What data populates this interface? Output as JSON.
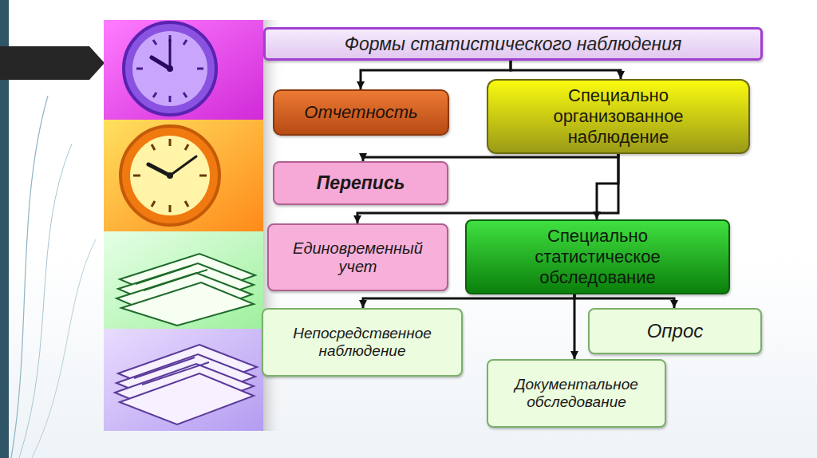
{
  "diagram": {
    "nodes": [
      {
        "text": [
          "Формы статистического наблюдения"
        ]
      },
      {
        "text": [
          "Отчетность"
        ]
      },
      {
        "text": [
          "Специально организованное наблюдение"
        ]
      },
      {
        "text": [
          "Перепись"
        ]
      },
      {
        "text": [
          "Единовременный учет"
        ]
      },
      {
        "text": [
          "Специально статистическое обследование"
        ]
      },
      {
        "text": [
          "Непосредственное наблюдение"
        ]
      },
      {
        "text": [
          "Опрос"
        ]
      },
      {
        "text": [
          "Документальное обследование"
        ]
      }
    ],
    "edges": [
      {
        "from": 0,
        "to": 1,
        "arrow": "to"
      },
      {
        "from": 0,
        "to": 2,
        "arrow": "to"
      },
      {
        "from": 2,
        "to": 3,
        "arrow": "to"
      },
      {
        "from": 2,
        "to": 4,
        "arrow": "to"
      },
      {
        "from": 2,
        "to": 5,
        "arrow": "to"
      },
      {
        "from": 5,
        "to": 6,
        "arrow": "to"
      },
      {
        "from": 5,
        "to": 7,
        "arrow": "to"
      },
      {
        "from": 5,
        "to": 8,
        "arrow": "to"
      }
    ]
  }
}
